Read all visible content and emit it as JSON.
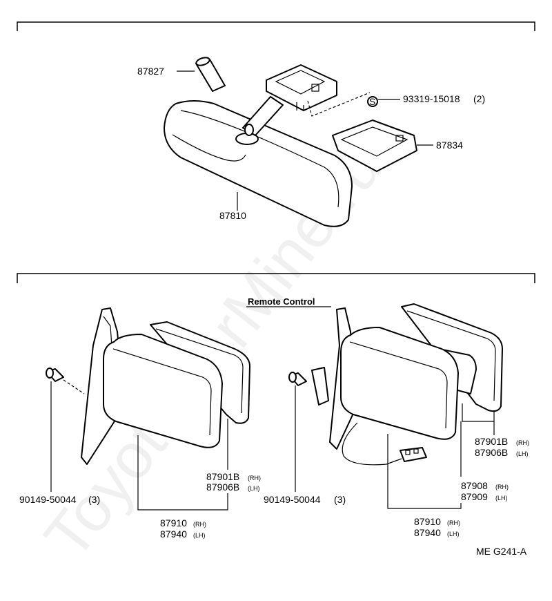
{
  "watermark": "ToyotaCarMine.ru",
  "sections": {
    "upper": {
      "parts": {
        "p87827": "87827",
        "p93319": "93319-15018",
        "p93319_qty": "(2)",
        "symbol_s": "S",
        "p87834": "87834",
        "p87810": "87810"
      }
    },
    "lower": {
      "remote_control_title": "Remote Control",
      "left": {
        "screw": "90149-50044",
        "screw_qty": "(3)",
        "glass_rh": "87901B",
        "glass_lh": "87906B",
        "mirror_rh": "87910",
        "mirror_lh": "87940"
      },
      "right": {
        "screw": "90149-50044",
        "screw_qty": "(3)",
        "glass_rh": "87901B",
        "glass_lh": "87906B",
        "motor_rh": "87908",
        "motor_lh": "87909",
        "mirror_rh": "87910",
        "mirror_lh": "87940"
      },
      "side_rh": "(RH)",
      "side_lh": "(LH)"
    }
  },
  "figure_code": "ME G241-A"
}
